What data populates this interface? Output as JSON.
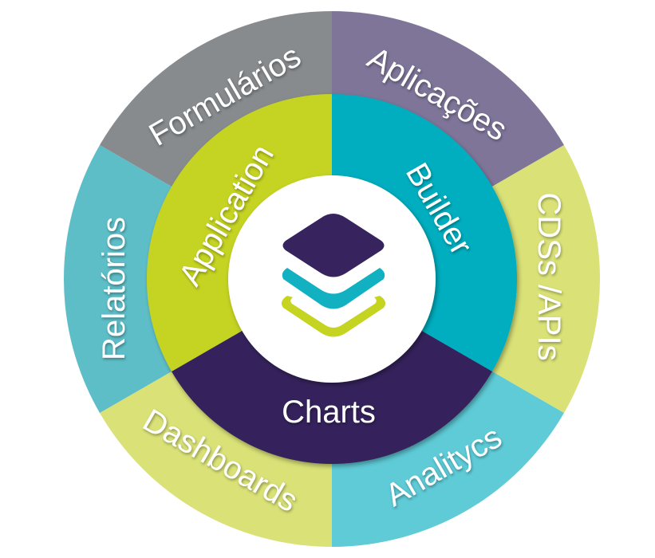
{
  "outer_ring": [
    {
      "label": "Aplicações",
      "color": "#7f7599"
    },
    {
      "label": "CDSs /APIs",
      "color": "#d9e177"
    },
    {
      "label": "Analitycs",
      "color": "#5ecbd7"
    },
    {
      "label": "Dashboards",
      "color": "#d9e177"
    },
    {
      "label": "Relatórios",
      "color": "#5ebec8"
    },
    {
      "label": "Formulários",
      "color": "#878b8e"
    }
  ],
  "inner_ring": [
    {
      "label": "Builder",
      "color": "#00aebf"
    },
    {
      "label": "Charts",
      "color": "#35215c"
    },
    {
      "label": "Application",
      "color": "#c5d321"
    }
  ],
  "center_icon": {
    "name": "stacked-layers-icon",
    "colors": [
      "#37235d",
      "#12b1c2",
      "#c5d321"
    ]
  }
}
